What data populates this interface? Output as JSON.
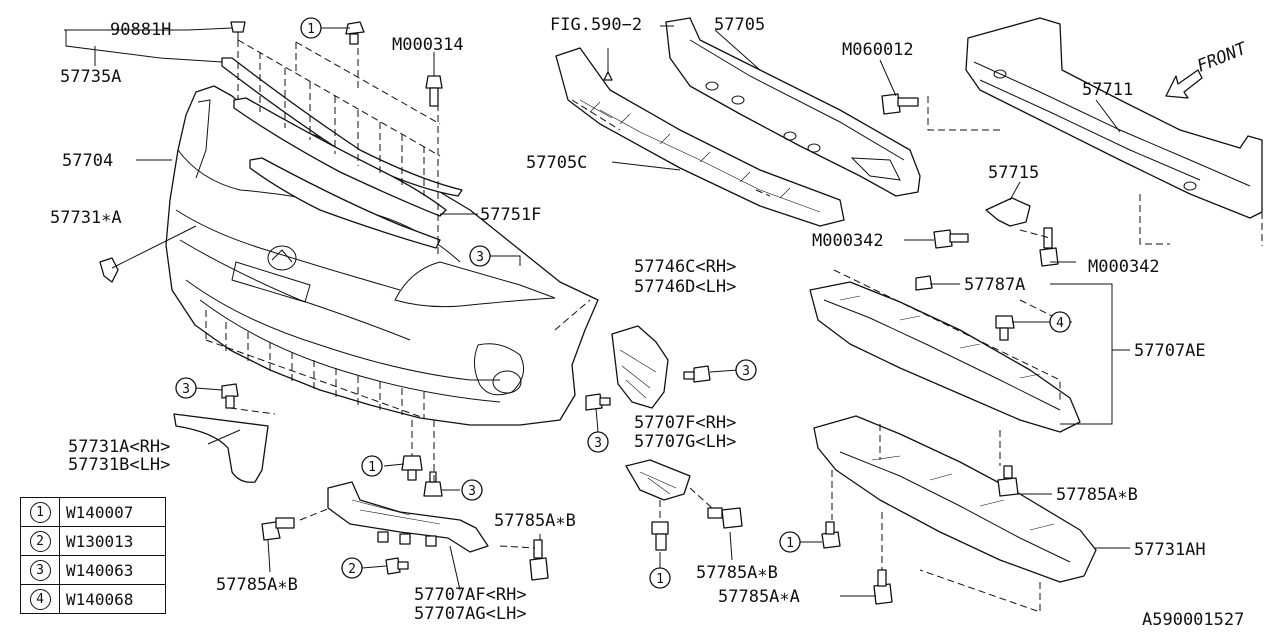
{
  "diagram_id": "A590001527",
  "front_label": "FRONT",
  "labels": {
    "l90881h": "90881H",
    "l57735a": "57735A",
    "l57704": "57704",
    "l57731a_star": "57731∗A",
    "l57751f": "57751F",
    "lm000314": "M000314",
    "lfig590": "FIG.590−2",
    "l57705": "57705",
    "l57705c": "57705C",
    "lm060012": "M060012",
    "l57711": "57711",
    "l57715": "57715",
    "lm000342_a": "M000342",
    "lm000342_b": "M000342",
    "l57746c": "57746C<RH>",
    "l57746d": "57746D<LH>",
    "l57787a": "57787A",
    "l57707ae": "57707AE",
    "l57731a_rh": "57731A<RH>",
    "l57731b_lh": "57731B<LH>",
    "l57707f": "57707F<RH>",
    "l57707g": "57707G<LH>",
    "l57785ab_1": "57785A∗B",
    "l57785ab_2": "57785A∗B",
    "l57785ab_3": "57785A∗B",
    "l57785ab_4": "57785A∗B",
    "l57785aa": "57785A∗A",
    "l57707af": "57707AF<RH>",
    "l57707ag": "57707AG<LH>",
    "l57731ah": "57731AH"
  },
  "callouts": {
    "n1": "1",
    "n2": "2",
    "n3": "3",
    "n4": "4"
  },
  "legend": [
    {
      "num": "1",
      "code": "W140007"
    },
    {
      "num": "2",
      "code": "W130013"
    },
    {
      "num": "3",
      "code": "W140063"
    },
    {
      "num": "4",
      "code": "W140068"
    }
  ]
}
